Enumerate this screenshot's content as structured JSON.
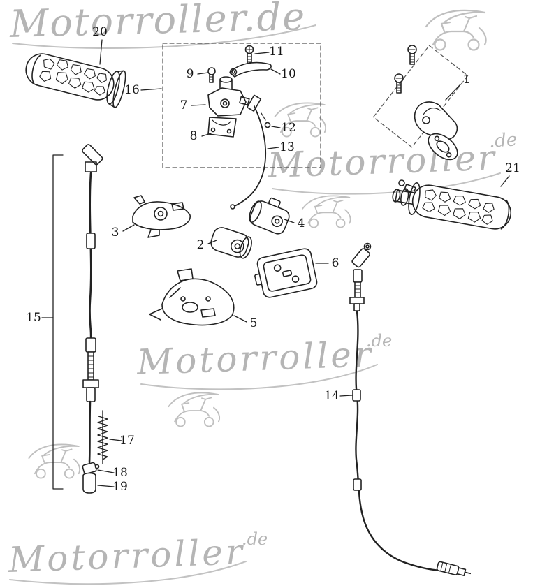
{
  "brand": {
    "top_watermark": "Motorroller.de",
    "mid_watermark": "Motorroller",
    "mid_watermark_de": ".de",
    "center_watermark": "Motorroller",
    "center_watermark_de": ".de",
    "bottom_watermark": "Motorroller",
    "bottom_watermark_de": ".de"
  },
  "icons": {
    "scooter_logo": "gray line-art scooter with swoosh flourish"
  },
  "labels": {
    "1": "1",
    "2": "2",
    "3": "3",
    "4": "4",
    "5": "5",
    "6": "6",
    "7": "7",
    "8": "8",
    "9": "9",
    "10": "10",
    "11": "11",
    "12": "12",
    "13": "13",
    "14": "14",
    "15": "15",
    "16": "16",
    "17": "17",
    "18": "18",
    "19": "19",
    "20": "20",
    "21": "21"
  }
}
